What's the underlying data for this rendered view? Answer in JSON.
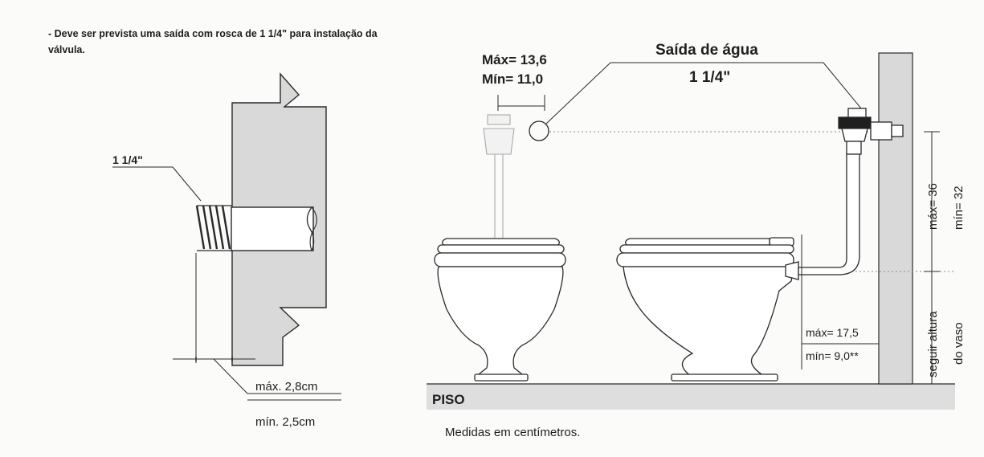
{
  "note_text": "- Deve ser prevista uma saída com rosca de 1 1/4\" para instalação da válvula.",
  "left_detail": {
    "thread_label": "1 1/4\"",
    "max_label": "máx. 2,8cm",
    "min_label": "mín. 2,5cm"
  },
  "right_detail": {
    "valve_max": "Máx= 13,6",
    "valve_min": "Mín= 11,0",
    "outlet_title": "Saída de água",
    "outlet_size": "1 1/4\"",
    "height_max": "máx= 36",
    "height_min": "mín= 32",
    "bowl_height_1": "seguir altura",
    "bowl_height_2": "do vaso",
    "offset_max": "máx= 17,5",
    "offset_min": "mín= 9,0**",
    "floor_label": "PISO"
  },
  "footer_text": "Medidas em centímetros."
}
